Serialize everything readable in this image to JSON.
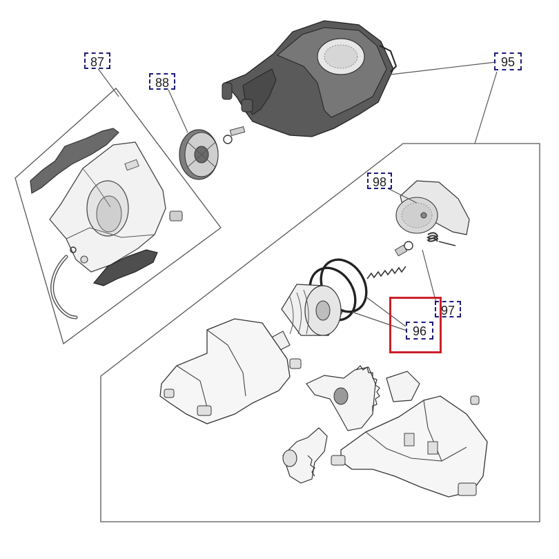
{
  "callouts": {
    "c87": "87",
    "c88": "88",
    "c95": "95",
    "c96": "96",
    "c97": "97",
    "c98": "98"
  },
  "highlight": {
    "target": "96",
    "color": "#cc1f2a"
  },
  "colors": {
    "callout_border": "#1a1a7a",
    "line": "#555555",
    "part_dark": "#5a5a5a",
    "part_mid": "#8c8c8c",
    "part_light": "#d4d4d4"
  }
}
